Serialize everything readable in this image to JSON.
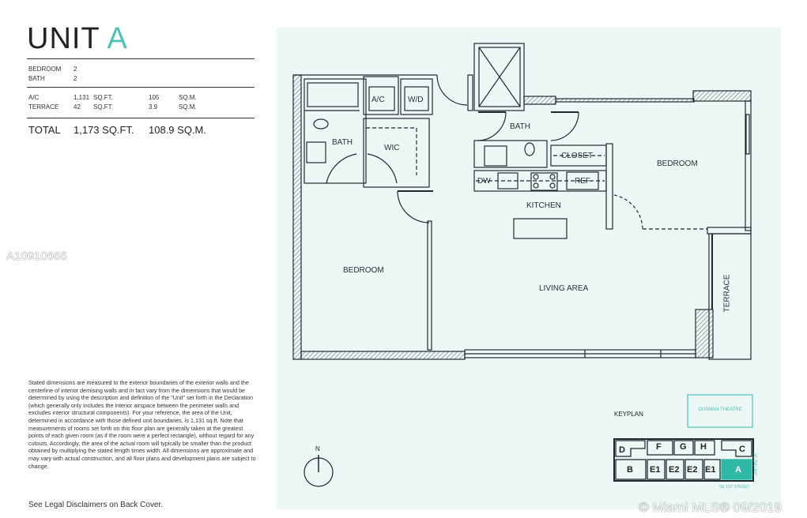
{
  "header": {
    "title_prefix": "UNIT",
    "title_letter": "A"
  },
  "specs": {
    "bedroom_label": "BEDROOM",
    "bedroom_value": "2",
    "bath_label": "BATH",
    "bath_value": "2",
    "ac_label": "A/C",
    "ac_sqft": "1,131",
    "ac_sqft_unit": "SQ.FT.",
    "ac_sqm": "105",
    "ac_sqm_unit": "SQ.M.",
    "terrace_label": "TERRACE",
    "terrace_sqft": "42",
    "terrace_sqft_unit": "SQ.FT.",
    "terrace_sqm": "3.9",
    "terrace_sqm_unit": "SQ.M.",
    "total_label": "TOTAL",
    "total_sqft": "1,173 SQ.FT.",
    "total_sqm": "108.9 SQ.M."
  },
  "disclaimer": "Stated dimensions are measured to the exterior boundaries of the exterior walls and the centerline of interior demising walls and in fact vary from the dimensions that would be determined by using the description and definition of the \"Unit\" set forth in the Declaration (which generally only includes the interior airspace between the perimeter walls and excludes interior structural components). For your reference, the area of the Unit, determined in accordance with those defined unit boundaries, is 1,131 sq.ft. Note that measurements of rooms set forth on this floor plan are generally taken at the greatest points of each given room (as if the room were a perfect rectangle), without regard for any cutouts. Accordingly, the area of the actual room will typically be smaller than the product obtained by multiplying the stated length times width. All dimensions are approximate and may vary with actual construction, and all floor plans and development plans are subject to change.",
  "legal": "See Legal Disclaimers on Back Cover.",
  "plan": {
    "rooms": {
      "bath1": "BATH",
      "wic": "WIC",
      "ac": "A/C",
      "wd": "W/D",
      "bath2": "BATH",
      "closet": "CLOSET",
      "dw": "DW",
      "ref": "REF",
      "kitchen": "KITCHEN",
      "bedroom1": "BEDROOM",
      "bedroom2": "BEDROOM",
      "living": "LIVING AREA",
      "terrace": "TERRACE"
    },
    "north": "N"
  },
  "keyplan": {
    "label": "KEYPLAN",
    "theatre": "GUSMAN THEATRE",
    "street_side": "SE 2ND AVE",
    "street_bottom": "SE 1ST STREET",
    "top_units": [
      "D",
      "F",
      "G",
      "H",
      "C"
    ],
    "bottom_units": [
      "B",
      "E1",
      "E2",
      "E2",
      "E1",
      "A"
    ],
    "highlight_color": "#2fb8a6"
  },
  "watermarks": {
    "listing_id": "A10910666",
    "mls": "© Miami MLS® 09/2019"
  }
}
